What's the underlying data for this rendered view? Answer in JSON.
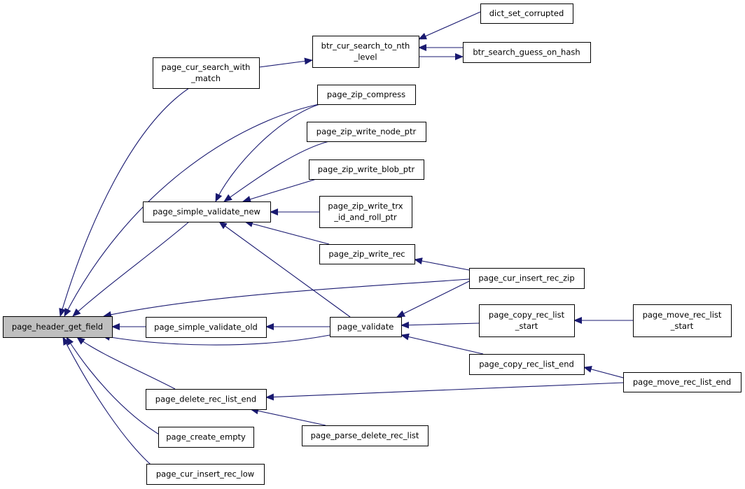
{
  "colors": {
    "edge": "#191970",
    "node_border": "#000000",
    "node_fill": "#ffffff",
    "root_fill": "#bfbfbf"
  },
  "nodes": [
    {
      "id": "page_header_get_field",
      "lines": [
        "page_header_get_field"
      ],
      "root": true
    },
    {
      "id": "page_cur_search_with_match",
      "lines": [
        "page_cur_search_with",
        "_match"
      ]
    },
    {
      "id": "btr_cur_search_to_nth_level",
      "lines": [
        "btr_cur_search_to_nth",
        "_level"
      ]
    },
    {
      "id": "dict_set_corrupted",
      "lines": [
        "dict_set_corrupted"
      ]
    },
    {
      "id": "btr_search_guess_on_hash",
      "lines": [
        "btr_search_guess_on_hash"
      ]
    },
    {
      "id": "page_zip_compress",
      "lines": [
        "page_zip_compress"
      ]
    },
    {
      "id": "page_zip_write_node_ptr",
      "lines": [
        "page_zip_write_node_ptr"
      ]
    },
    {
      "id": "page_zip_write_blob_ptr",
      "lines": [
        "page_zip_write_blob_ptr"
      ]
    },
    {
      "id": "page_simple_validate_new",
      "lines": [
        "page_simple_validate_new"
      ]
    },
    {
      "id": "page_zip_write_trx_id_and_roll_ptr",
      "lines": [
        "page_zip_write_trx",
        "_id_and_roll_ptr"
      ]
    },
    {
      "id": "page_zip_write_rec",
      "lines": [
        "page_zip_write_rec"
      ]
    },
    {
      "id": "page_cur_insert_rec_zip",
      "lines": [
        "page_cur_insert_rec_zip"
      ]
    },
    {
      "id": "page_copy_rec_list_start",
      "lines": [
        "page_copy_rec_list",
        "_start"
      ]
    },
    {
      "id": "page_move_rec_list_start",
      "lines": [
        "page_move_rec_list",
        "_start"
      ]
    },
    {
      "id": "page_simple_validate_old",
      "lines": [
        "page_simple_validate_old"
      ]
    },
    {
      "id": "page_validate",
      "lines": [
        "page_validate"
      ]
    },
    {
      "id": "page_copy_rec_list_end",
      "lines": [
        "page_copy_rec_list_end"
      ]
    },
    {
      "id": "page_move_rec_list_end",
      "lines": [
        "page_move_rec_list_end"
      ]
    },
    {
      "id": "page_delete_rec_list_end",
      "lines": [
        "page_delete_rec_list_end"
      ]
    },
    {
      "id": "page_create_empty",
      "lines": [
        "page_create_empty"
      ]
    },
    {
      "id": "page_parse_delete_rec_list",
      "lines": [
        "page_parse_delete_rec_list"
      ]
    },
    {
      "id": "page_cur_insert_rec_low",
      "lines": [
        "page_cur_insert_rec_low"
      ]
    }
  ],
  "edges": [
    {
      "from": "page_cur_search_with_match",
      "to": "page_header_get_field"
    },
    {
      "from": "page_zip_compress",
      "to": "page_header_get_field"
    },
    {
      "from": "page_simple_validate_new",
      "to": "page_header_get_field"
    },
    {
      "from": "page_cur_insert_rec_zip",
      "to": "page_header_get_field"
    },
    {
      "from": "page_simple_validate_old",
      "to": "page_header_get_field"
    },
    {
      "from": "page_validate",
      "to": "page_header_get_field"
    },
    {
      "from": "page_delete_rec_list_end",
      "to": "page_header_get_field"
    },
    {
      "from": "page_create_empty",
      "to": "page_header_get_field"
    },
    {
      "from": "page_cur_insert_rec_low",
      "to": "page_header_get_field"
    },
    {
      "from": "btr_cur_search_to_nth_level",
      "to": "page_cur_search_with_match"
    },
    {
      "from": "dict_set_corrupted",
      "to": "btr_cur_search_to_nth_level"
    },
    {
      "from": "btr_search_guess_on_hash",
      "to": "btr_cur_search_to_nth_level"
    },
    {
      "from": "btr_cur_search_to_nth_level",
      "to": "btr_search_guess_on_hash"
    },
    {
      "from": "page_zip_compress",
      "to": "page_simple_validate_new"
    },
    {
      "from": "page_zip_write_node_ptr",
      "to": "page_simple_validate_new"
    },
    {
      "from": "page_zip_write_blob_ptr",
      "to": "page_simple_validate_new"
    },
    {
      "from": "page_zip_write_trx_id_and_roll_ptr",
      "to": "page_simple_validate_new"
    },
    {
      "from": "page_zip_write_rec",
      "to": "page_simple_validate_new"
    },
    {
      "from": "page_validate",
      "to": "page_simple_validate_new"
    },
    {
      "from": "page_cur_insert_rec_zip",
      "to": "page_zip_write_rec"
    },
    {
      "from": "page_validate",
      "to": "page_simple_validate_old"
    },
    {
      "from": "page_cur_insert_rec_zip",
      "to": "page_validate"
    },
    {
      "from": "page_copy_rec_list_start",
      "to": "page_validate"
    },
    {
      "from": "page_copy_rec_list_end",
      "to": "page_validate"
    },
    {
      "from": "page_move_rec_list_start",
      "to": "page_copy_rec_list_start"
    },
    {
      "from": "page_move_rec_list_end",
      "to": "page_copy_rec_list_end"
    },
    {
      "from": "page_move_rec_list_end",
      "to": "page_delete_rec_list_end"
    },
    {
      "from": "page_parse_delete_rec_list",
      "to": "page_delete_rec_list_end"
    }
  ]
}
